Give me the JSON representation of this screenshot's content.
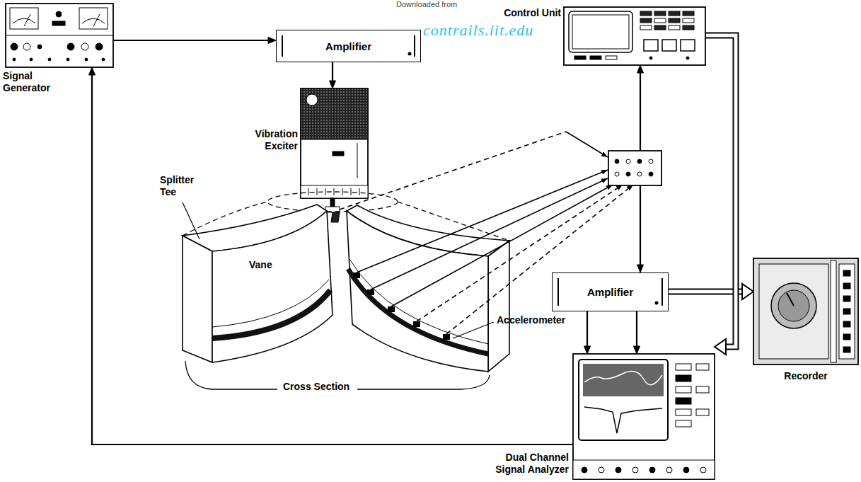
{
  "diagram": {
    "nodes": [
      {
        "text": [
          "Signal Generator"
        ]
      },
      {
        "text": [
          "Amplifier"
        ]
      },
      {
        "text": [
          "Control Unit"
        ]
      },
      {
        "text": [
          "Vibration Exciter"
        ]
      },
      {
        "text": [
          "Amplifier"
        ]
      },
      {
        "text": [
          "Recorder"
        ]
      },
      {
        "text": [
          "Dual Channel Signal Analyzer"
        ]
      }
    ],
    "edges": [
      {
        "from": 0,
        "to": 1,
        "arrow": "to"
      },
      {
        "from": 1,
        "to": 3,
        "arrow": "to"
      },
      {
        "from": 6,
        "to": 0,
        "arrow": "to"
      },
      {
        "from": 2,
        "to": 4,
        "arrow": "both"
      },
      {
        "from": 4,
        "to": 6,
        "arrow": "to"
      },
      {
        "from": 4,
        "to": 6,
        "arrow": "to"
      },
      {
        "from": 4,
        "to": 5,
        "arrow": "to"
      },
      {
        "from": 2,
        "to": 6,
        "arrow": "to"
      }
    ],
    "labels": [
      "Downloaded from",
      "contrails.iit.edu",
      "Splitter Tee",
      "Vane",
      "Accelerometer",
      "Cross Section"
    ]
  }
}
